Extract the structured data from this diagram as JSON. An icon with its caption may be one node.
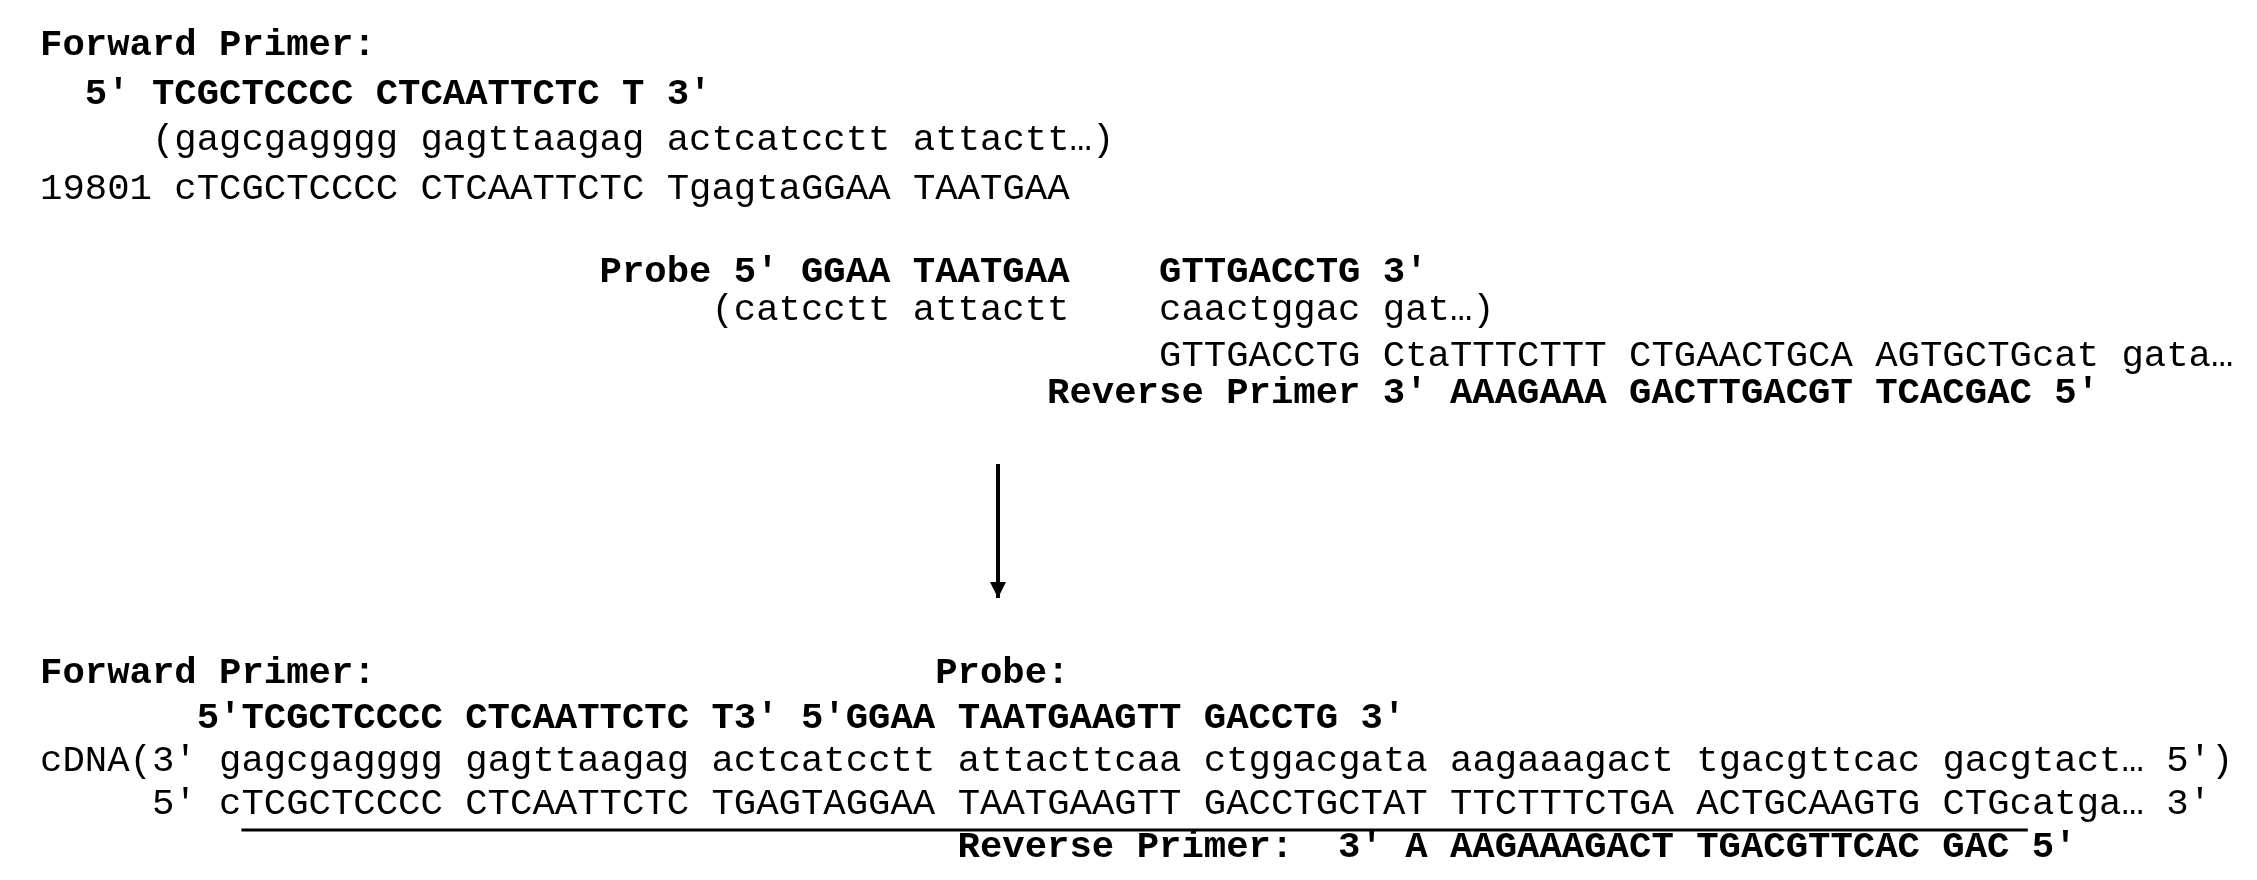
{
  "diagram": {
    "nodes": [
      {
        "text": [
          "Forward Primer:",
          "5′ TCGCTCCCC CTCAATTCTC T 3′",
          "(gagcgagggg gagttaagag actcatcctt attactt…)",
          "19801 cTCGCTCCCC CTCAATTCTC TgagtaGGAA TAATGAA",
          "Probe 5′ GGAA TAATGAA",
          "GTTGACCTG 3′",
          "(catcctt attactt",
          "caactggac gat…)",
          "GTTGACCTG CtaTTTCTTT CTGAACTGCA AGTGCTGcat gata…",
          "Reverse Primer 3′ AAAGAAA GACTTGACGT TCACGAC 5′"
        ]
      },
      {
        "text": [
          "Forward Primer:",
          "Probe:",
          "5′TCGCTCCCC CTCAATTCTC T3′ 5′GGAA TAATGAAGTT GACCTG 3′",
          "cDNA(3′ gagcgagggg gagttaagag actcatcctt attacttcaa ctggacgata aagaaagact tgacgttcac gacgtact… 5′)",
          "5′ cTCGCTCCCC CTCAATTCTC TGAGTAGGAA TAATGAAGTT GACCTGCTAT TTCTTTCTGA ACTGCAAGTG CTGcatga… 3′",
          "Reverse Primer:",
          "3′ A AAGAAAGACT TGACGTTCAC GAC 5′"
        ]
      }
    ],
    "edges": [
      {
        "from": 0,
        "to": 1,
        "arrow": "to"
      }
    ]
  }
}
